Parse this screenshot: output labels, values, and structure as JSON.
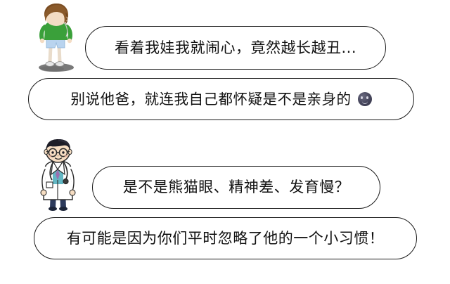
{
  "scene": {
    "title": "Parent and doctor chat comic",
    "background_color": "#ffffff",
    "bubble_border_color": "#1a1a1a",
    "text_color": "#111111"
  },
  "conversation": [
    {
      "id": "bubble-1",
      "speaker": "mother",
      "text": "看着我娃我就闹心，竟然越长越丑..."
    },
    {
      "id": "bubble-2",
      "speaker": "mother",
      "text": "别说他爸，就连我自己都怀疑是不是亲身的",
      "emoji": "dark-face-emoji"
    },
    {
      "id": "bubble-3",
      "speaker": "doctor",
      "text": "是不是熊猫眼、精神差、发育慢？"
    },
    {
      "id": "bubble-4",
      "speaker": "doctor",
      "text": "有可能是因为你们平时忽略了他的一个小习惯！"
    }
  ],
  "avatars": [
    {
      "id": "avatar-mother",
      "name": "mother-avatar",
      "description": "卡通女性，棕色短发，绿色上衣，浅蓝色短裤",
      "hair_color": "#8a5a2b",
      "shirt_color": "#3aa03a",
      "shorts_color": "#b9d4ef",
      "skin_color": "#f3dcc4"
    },
    {
      "id": "avatar-doctor",
      "name": "doctor-avatar",
      "description": "卡通男医生，黑发，眼镜，白大褂，听诊器，深蓝色长裤",
      "hair_color": "#1d1d27",
      "coat_color": "#ffffff",
      "pants_color": "#2c3a5c",
      "shirt_color": "#63b7c4",
      "skin_color": "#f6ddc2",
      "tie_color": "#9a6fb0"
    }
  ]
}
